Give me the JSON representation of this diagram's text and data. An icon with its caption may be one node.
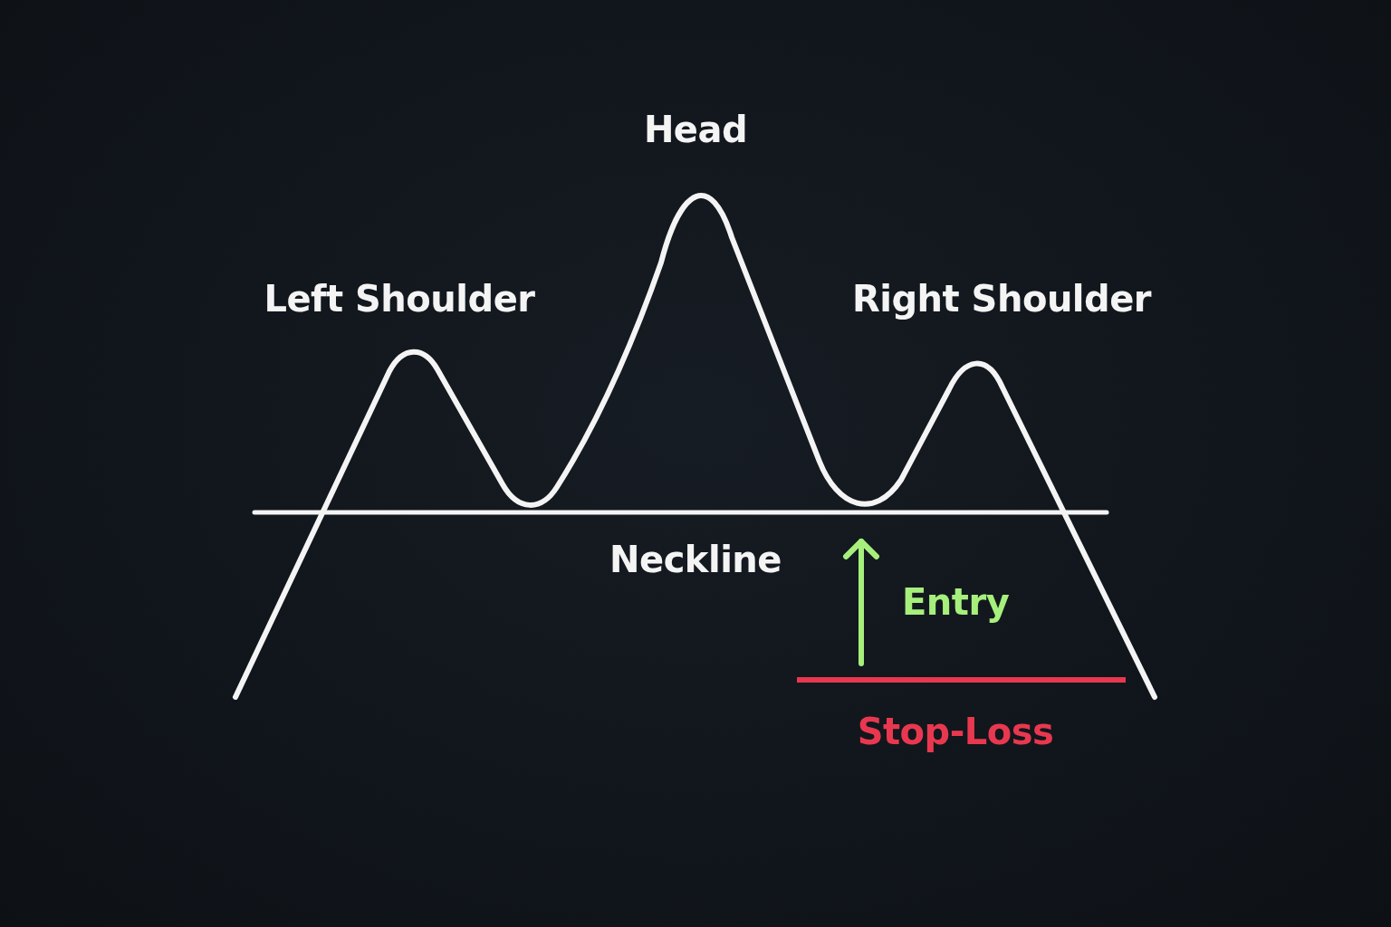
{
  "diagram": {
    "labels": [
      "Head",
      "Left Shoulder",
      "Right Shoulder",
      "Neckline",
      "Entry",
      "Stop-Loss"
    ]
  }
}
